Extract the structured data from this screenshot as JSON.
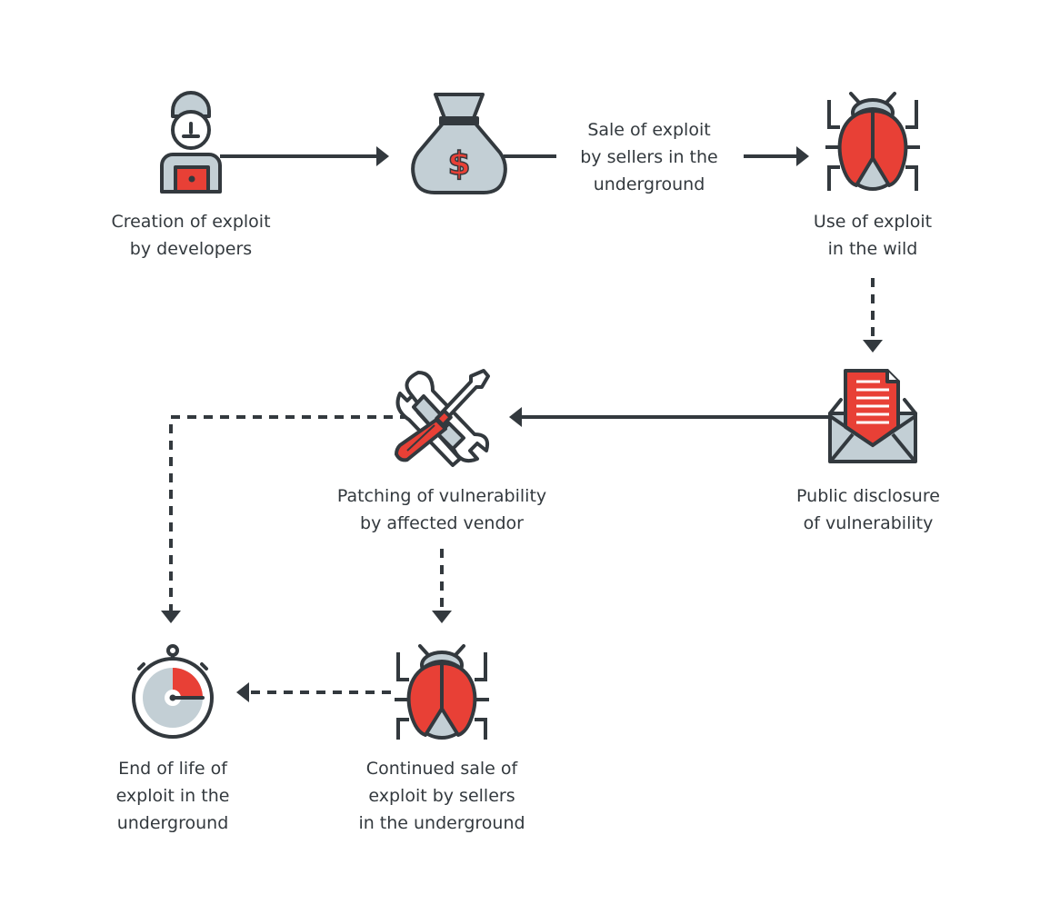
{
  "colors": {
    "dark": "#33393e",
    "red": "#e84036",
    "gray": "#c3cfd5",
    "background": "#ffffff"
  },
  "nodes": [
    {
      "id": "creation",
      "icon": "developer-laptop-icon",
      "lines": [
        "Creation of exploit",
        "by developers"
      ]
    },
    {
      "id": "sale",
      "icon": "money-bag-icon",
      "lines": [
        "Sale of exploit",
        "by sellers in the",
        "underground"
      ]
    },
    {
      "id": "use",
      "icon": "bug-icon",
      "lines": [
        "Use of exploit",
        "in the wild"
      ]
    },
    {
      "id": "disclosure",
      "icon": "envelope-document-icon",
      "lines": [
        "Public disclosure",
        "of vulnerability"
      ]
    },
    {
      "id": "patching",
      "icon": "wrench-screwdriver-icon",
      "lines": [
        "Patching of vulnerability",
        "by affected vendor"
      ]
    },
    {
      "id": "continued",
      "icon": "bug-icon",
      "lines": [
        "Continued sale of",
        "exploit by sellers",
        "in the underground"
      ]
    },
    {
      "id": "end",
      "icon": "stopwatch-icon",
      "lines": [
        "End of life of",
        "exploit in the",
        "underground"
      ]
    }
  ],
  "edges": [
    {
      "from": "creation",
      "to": "sale",
      "style": "solid"
    },
    {
      "from": "sale",
      "to": "use",
      "style": "solid"
    },
    {
      "from": "use",
      "to": "disclosure",
      "style": "dashed"
    },
    {
      "from": "disclosure",
      "to": "patching",
      "style": "solid"
    },
    {
      "from": "patching",
      "to": "end",
      "style": "dashed"
    },
    {
      "from": "patching",
      "to": "continued",
      "style": "dashed"
    },
    {
      "from": "continued",
      "to": "end",
      "style": "dashed"
    }
  ]
}
